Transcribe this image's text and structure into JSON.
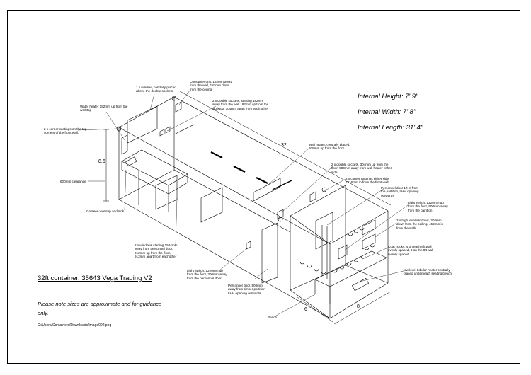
{
  "specs": {
    "height": "Internal Height: 7' 9\"",
    "width": "Internal Width: 7' 8\"",
    "length": "Internal Length: 31' 4\""
  },
  "title": "32ft container, 35643 Vega Trading V2",
  "note": "Please note sizes are approximate and for guidance\nonly.",
  "file_path": "C:/Users/Containers/Downloads/image002.png",
  "dimensions": {
    "length": "32",
    "height": "8.6",
    "width": "8",
    "depth": "6"
  },
  "labels": {
    "window_top": "1 x window, centrally placed\nabove the double sockets",
    "consumer_unit": "Consumer unit, 182mm away\nfrom the wall, 182mm down\nfrom the ceiling",
    "water_heater": "Water heater 182mm up from the\nworktop",
    "double_sockets_top": "2 x double sockets, starting 182mm\naway from the wall 182mm up from the\nworktop, 304mm apart from each other",
    "corner_castings_front": "2 x corner castings on the top\ncorners of the front wall.",
    "wall_heater": "Wall heater, centrally placed,\n608mm up from the floor",
    "clearance": "600mm clearance",
    "double_sockets_mid": "2 x double sockets, 304mm up from the\nfloor, 500mm away from wall heater either\nside",
    "corner_castings_side": "2 x corner castings either side,\n7316mm in from the front wall",
    "personnel_door_partition": "Personnel door 1ft in from\nthe partition, LHH opening\noutwards",
    "canteen": "Canteen worktop and sink",
    "light_switch_partition": "Light switch, 1220mm up\nfrom the floor, 500mm away\nfrom the partition",
    "high_windows": "2 x high level windows, 304mm\ndown from the ceiling, 452mm in\nfrom the walls",
    "windows_side": "2 x windows starting 1524mm\naway from personnel door,\n912mm up from the floor,\n912mm apart from eachother",
    "coat_hooks": "Coat hooks, 4 on each 6ft wall\nevenly spaced, 8 on the 8ft wall\nevenly spaced",
    "light_switch_door": "Light switch, 1220mm up\nfrom the floor, 300mm away\nfrom the personnel door",
    "tubular_heater": "low level tubular heater centrally\nplaced underneath seating bench",
    "personnel_door_partition2": "Personnel door, 500mm\naway from timber partition -\nLHH opening outwards",
    "bench": "Bench"
  }
}
